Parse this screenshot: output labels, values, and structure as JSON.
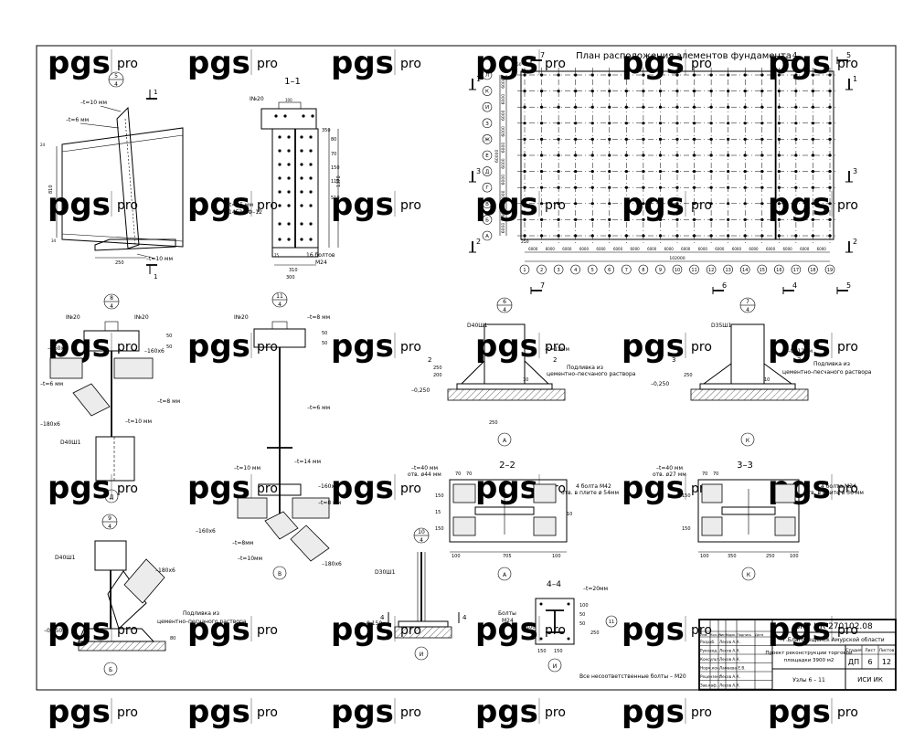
{
  "watermark": {
    "main": "pgs",
    "sub": "pro"
  },
  "plan": {
    "title": "План расположения элементов фундамента",
    "row_labels": [
      "Л",
      "К",
      "И",
      "З",
      "Ж",
      "Е",
      "Д",
      "Г",
      "В",
      "Б",
      "А"
    ],
    "col_labels": [
      "1",
      "2",
      "3",
      "4",
      "5",
      "6",
      "7",
      "8",
      "9",
      "10",
      "11",
      "12",
      "13",
      "14",
      "15",
      "16",
      "17",
      "18",
      "19"
    ],
    "row_dims": [
      "6000",
      "6000",
      "6000",
      "6000",
      "6000",
      "6000",
      "6000",
      "6000",
      "6000",
      "6000"
    ],
    "col_dims": [
      "6000",
      "6000",
      "6000",
      "6000",
      "6000",
      "6000",
      "6000",
      "6000",
      "6000",
      "6000",
      "6000",
      "6000",
      "6000",
      "6000",
      "6000",
      "6000",
      "6000",
      "6000"
    ],
    "total_h": "102000",
    "total_v": "60000",
    "edge_dims": {
      "left": "250",
      "top": "250"
    },
    "sec_marks": [
      "1",
      "1",
      "2",
      "2",
      "3",
      "3",
      "4",
      "4",
      "5",
      "5",
      "6",
      "7",
      "7"
    ]
  },
  "node5": {
    "marker": "5",
    "sheet": "4",
    "t1": "–t=10 мм",
    "t2": "–t=6 мм",
    "t3": "–t=10 мм",
    "dims": [
      "250",
      "810",
      "24",
      "34"
    ],
    "sec": "1"
  },
  "section11": {
    "title": "1–1",
    "i_label": "I№20",
    "plate": "–t=25 мм",
    "steel": "14Г2 АФ–12",
    "bolts": "16 болтов",
    "bolt_size": "М24",
    "dims": [
      "310",
      "350",
      "80",
      "70",
      "150",
      "110",
      "510",
      "1370",
      "300",
      "75",
      "100"
    ]
  },
  "node8": {
    "marker": "8",
    "sheet": "4",
    "i1": "I№20",
    "i2": "I№20",
    "t1": "–160х6",
    "t2": "–t=6 мм",
    "t3": "–t=8 мм",
    "t4": "–180х6",
    "t5": "–t=10 мм",
    "t6": "–160х6",
    "col": "D40Ш1",
    "axis": "Д",
    "dims": [
      "50",
      "50"
    ]
  },
  "node11": {
    "marker": "11",
    "sheet": "4",
    "i1": "I№20",
    "t1": "–t=8 мм",
    "t2": "–t=6 мм",
    "t3": "–t=14 мм",
    "t4": "–t=10 мм",
    "t5": "–160х6",
    "t6": "–t=8 мм",
    "t7": "–160х6",
    "t8": "–t=8мм",
    "t9": "–t=10мм",
    "t10": "–180х6",
    "axis": "В",
    "dims": [
      "50",
      "50"
    ]
  },
  "node9": {
    "marker": "9",
    "sheet": "4",
    "col": "D40Ш1",
    "angle": "–180х6",
    "grout1": "Подливка из",
    "grout2": "цементно–песчаного раствора",
    "level": "–0,250",
    "axis": "Б",
    "dims": [
      "80"
    ]
  },
  "node10": {
    "marker": "10",
    "sheet": "4",
    "col": "D30Ш1",
    "level": "–0,150",
    "axis": "И",
    "sec": "4"
  },
  "node6": {
    "marker": "6",
    "sheet": "4",
    "col": "D40Ш1",
    "t": "–t=12мм",
    "grout1": "Подливка из",
    "grout2": "цементно–песчаного раствора",
    "level": "–0,250",
    "axis": "А",
    "sec": "2",
    "dims": [
      "250",
      "200",
      "250",
      "10"
    ]
  },
  "node7": {
    "marker": "7",
    "sheet": "4",
    "col": "D35Ш1",
    "t": "–t=12мм",
    "grout1": "Подливка из",
    "grout2": "цементно–песчаного раствора",
    "level": "–0,250",
    "axis": "К",
    "sec": "3",
    "dims": [
      "250",
      "10"
    ]
  },
  "section22": {
    "title": "2–2",
    "t": "–t=40 мм",
    "hole": "отв. ø44 мм",
    "bolts": "4 болта М42",
    "hole2": "отв. в плите ø 54мм",
    "axis": "А",
    "dims": [
      "70",
      "70",
      "100",
      "705",
      "100",
      "150",
      "15",
      "150",
      "10"
    ]
  },
  "section33": {
    "title": "3–3",
    "t": "–t=40 мм",
    "hole": "отв. ø27 мм",
    "bolts": "4 болта М24",
    "hole2": "отв. в плите ø 36 мм",
    "axis": "К",
    "dims": [
      "70",
      "70",
      "100",
      "350",
      "250",
      "100",
      "150",
      "150"
    ]
  },
  "section44": {
    "title": "4–4",
    "t": "–t=20мм",
    "bolts": "Болты",
    "bolt_size": "М24",
    "axis": "И",
    "axis2": "11",
    "dims": [
      "150",
      "150",
      "100",
      "100",
      "50",
      "50",
      "250"
    ]
  },
  "note": "Все несоответственные болты – М20",
  "title_block": {
    "code": "ВКР ИК 270102.08",
    "place": "Г.Благовещенск Амурской области",
    "project1": "Проект реконструкции торговой",
    "project2": "площадки 3900 м2",
    "stage": "ДП",
    "sheet": "6",
    "sheets": "12",
    "h_stage": "Стадия",
    "h_sheet": "Лист",
    "h_sheets": "Листов",
    "content": "Узлы 6 – 11",
    "org": "ИСИ ИК",
    "headers": [
      "Изм.",
      "Кол.уч",
      "Лист",
      "№док",
      "Подпись",
      "Дата"
    ],
    "rows": [
      {
        "role": "Разраб.",
        "name": "Лесов А.К."
      },
      {
        "role": "Руковод.",
        "name": "Лесов А.К."
      },
      {
        "role": "Консульт.",
        "name": "Лесов А.К."
      },
      {
        "role": "Норм.кон.",
        "name": "Ламаева Е.В."
      },
      {
        "role": "Рецензент",
        "name": "Лесов А.К."
      },
      {
        "role": "Зав.каф.",
        "name": "Лесов А.К."
      }
    ]
  }
}
